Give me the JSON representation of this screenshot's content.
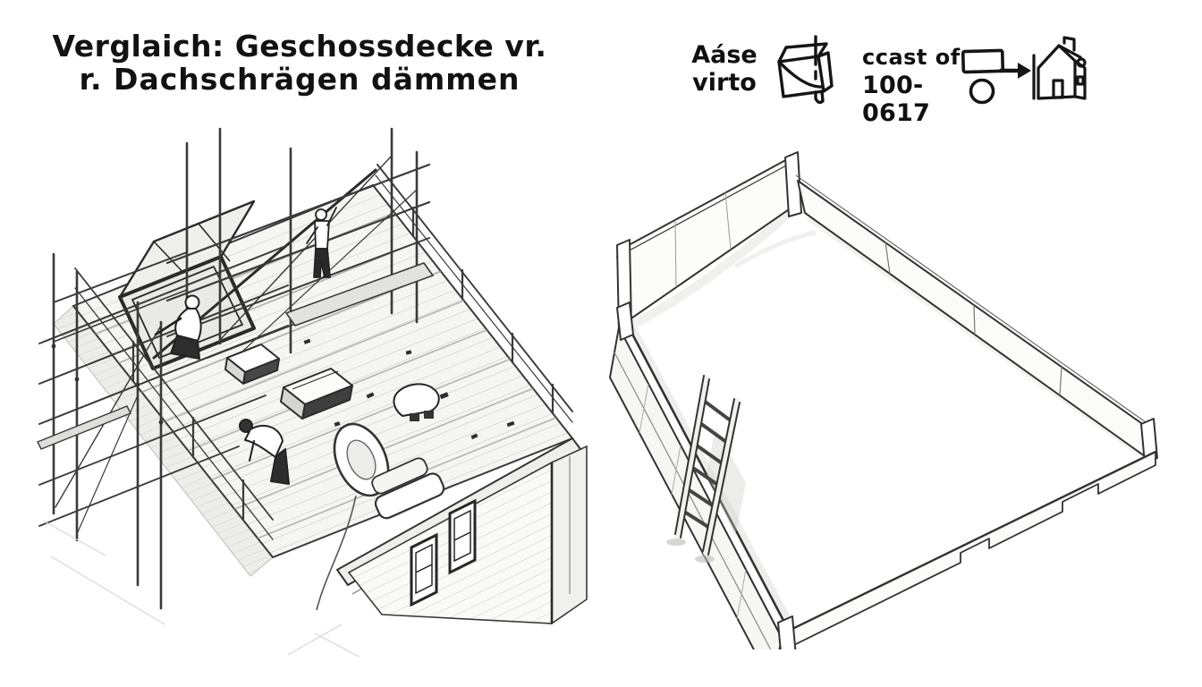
{
  "title": {
    "line1": "Verglaich: Geschossdecke vr.",
    "line2": "r. Dachschrägen dämmen"
  },
  "legend": {
    "brand": {
      "line1": "Aáse",
      "line2": "virto"
    },
    "caption": {
      "line1": "ccast of",
      "line2": "100-0617"
    },
    "icons": {
      "box": "box-icon",
      "rectangle": "rectangle-icon",
      "circle": "circle-icon",
      "arrow": "arrow-right-icon",
      "house": "house-icon"
    }
  },
  "figures": {
    "left": "attic floor insulation work with scaffolding and workers",
    "right": "empty attic floor platform with perimeter boards and ladder"
  },
  "colors": {
    "ink": "#2b2b2b",
    "paper": "#ffffff",
    "shade": "#e9e9e6"
  }
}
